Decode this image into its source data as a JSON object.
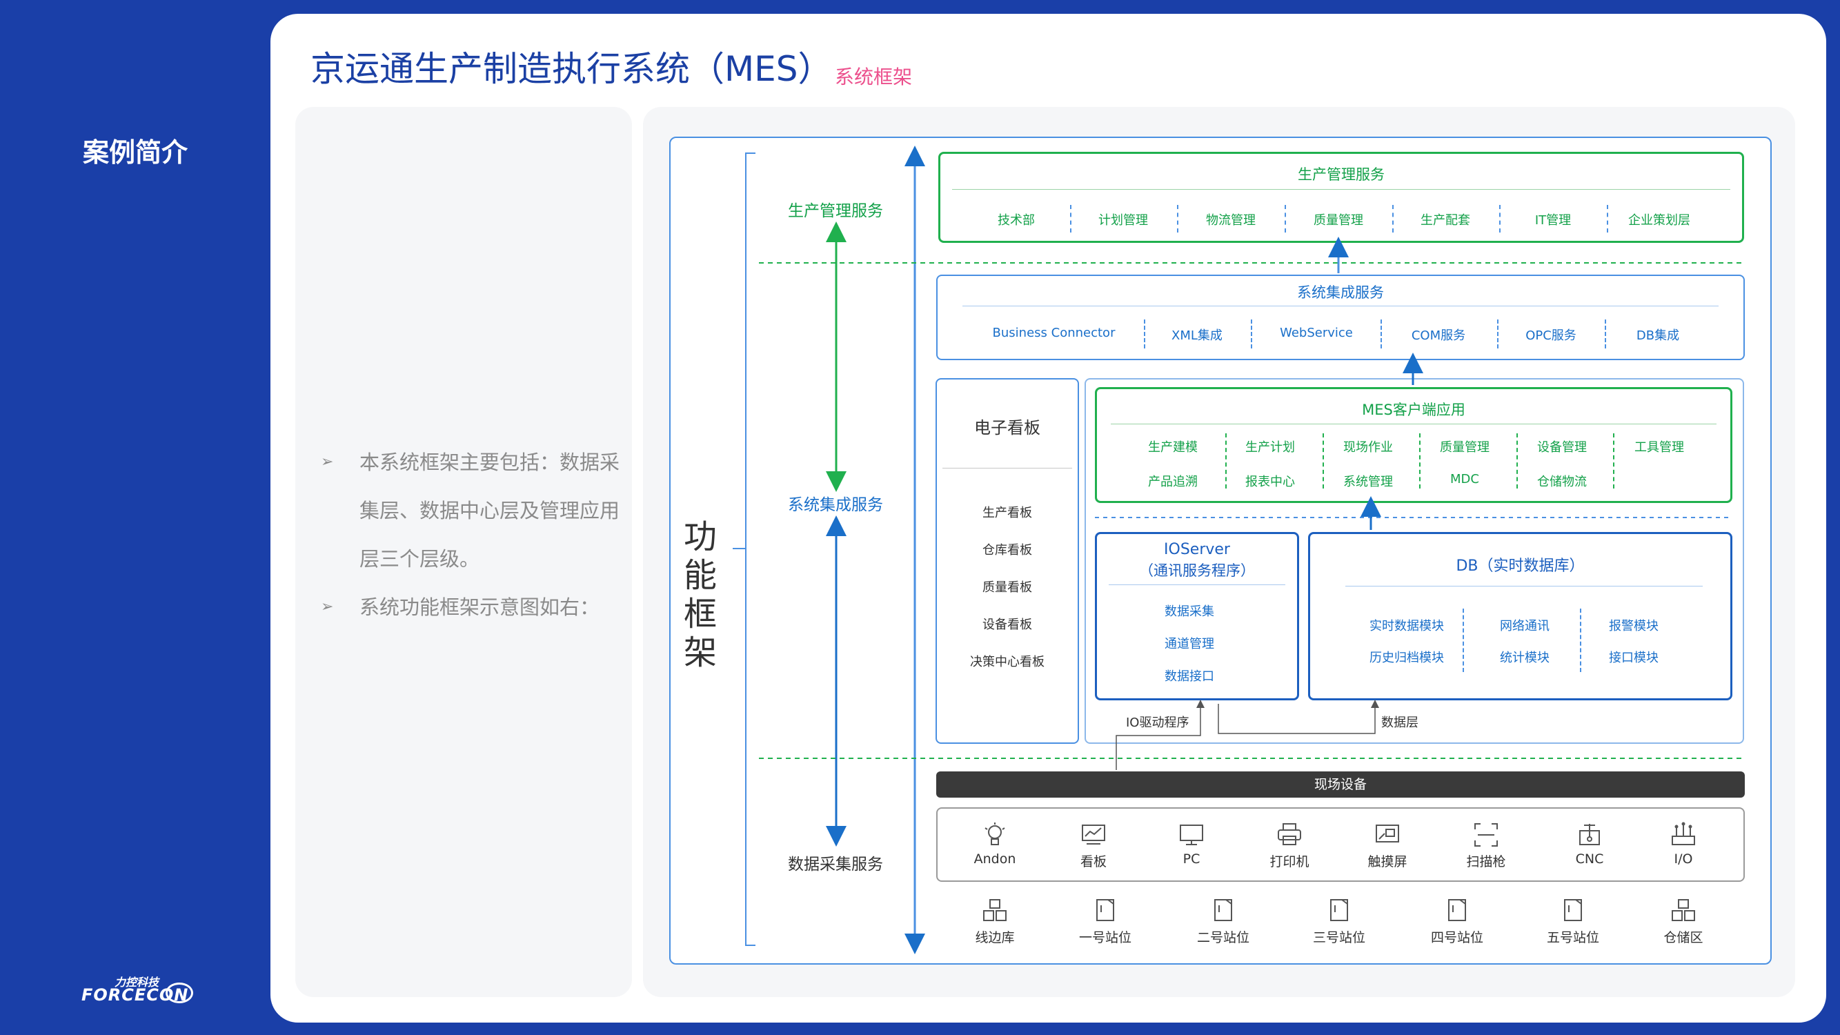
{
  "sidebar": {
    "title": "案例简介"
  },
  "logo": {
    "text_cn": "力控科技",
    "text_en": "FORCECON"
  },
  "page": {
    "title": "京运通生产制造执行系统（MES）",
    "subtitle": "系统框架"
  },
  "bullets": [
    "本系统框架主要包括：数据采集层、数据中心层及管理应用层三个层级。",
    "系统功能框架示意图如右："
  ],
  "diagram": {
    "function_title": "功能框架",
    "layers": {
      "production": "生产管理服务",
      "integration": "系统集成服务",
      "collection": "数据采集服务"
    },
    "production_box": {
      "title": "生产管理服务",
      "items": [
        "技术部",
        "计划管理",
        "物流管理",
        "质量管理",
        "生产配套",
        "IT管理",
        "企业策划层"
      ]
    },
    "integration_box": {
      "title": "系统集成服务",
      "items": [
        "Business Connector",
        "XML集成",
        "WebService",
        "COM服务",
        "OPC服务",
        "DB集成"
      ]
    },
    "kanban": {
      "title": "电子看板",
      "items": [
        "生产看板",
        "仓库看板",
        "质量看板",
        "设备看板",
        "决策中心看板"
      ]
    },
    "mes_client": {
      "title": "MES客户端应用",
      "row1": [
        "生产建模",
        "生产计划",
        "现场作业",
        "质量管理",
        "设备管理",
        "工具管理"
      ],
      "row2": [
        "产品追溯",
        "报表中心",
        "系统管理",
        "MDC",
        "仓储物流"
      ]
    },
    "ioserver": {
      "title": "IOServer",
      "subtitle": "（通讯服务程序）",
      "items": [
        "数据采集",
        "通道管理",
        "数据接口"
      ]
    },
    "db": {
      "title": "DB（实时数据库）",
      "col1": [
        "实时数据模块",
        "历史归档模块"
      ],
      "col2": [
        "网络通讯",
        "统计模块"
      ],
      "col3": [
        "报警模块",
        "接口模块"
      ]
    },
    "connectors": {
      "io_driver": "IO驱动程序",
      "data_layer": "数据层"
    },
    "field_devices": "现场设备",
    "devices_row1": [
      {
        "label": "Andon",
        "icon": "bulb-icon"
      },
      {
        "label": "看板",
        "icon": "board-icon"
      },
      {
        "label": "PC",
        "icon": "monitor-icon"
      },
      {
        "label": "打印机",
        "icon": "printer-icon"
      },
      {
        "label": "触摸屏",
        "icon": "touchscreen-icon"
      },
      {
        "label": "扫描枪",
        "icon": "scanner-icon"
      },
      {
        "label": "CNC",
        "icon": "cnc-icon"
      },
      {
        "label": "I/O",
        "icon": "io-icon"
      }
    ],
    "devices_row2": [
      {
        "label": "线边库",
        "icon": "boxes-icon"
      },
      {
        "label": "一号站位",
        "icon": "station-icon"
      },
      {
        "label": "二号站位",
        "icon": "station-icon"
      },
      {
        "label": "三号站位",
        "icon": "station-icon"
      },
      {
        "label": "四号站位",
        "icon": "station-icon"
      },
      {
        "label": "五号站位",
        "icon": "station-icon"
      },
      {
        "label": "仓储区",
        "icon": "boxes-icon"
      }
    ]
  }
}
